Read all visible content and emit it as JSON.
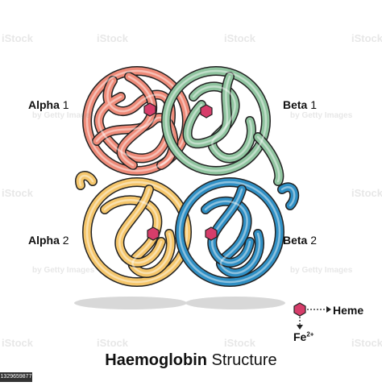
{
  "labels": {
    "alpha1": {
      "name": "Alpha",
      "num": "1"
    },
    "beta1": {
      "name": "Beta",
      "num": "1"
    },
    "alpha2": {
      "name": "Alpha",
      "num": "2"
    },
    "beta2": {
      "name": "Beta",
      "num": "2"
    }
  },
  "legend": {
    "heme": "Heme",
    "fe": "Fe",
    "fe_charge": "2+"
  },
  "title": {
    "bold": "Haemoglobin",
    "regular": "Structure"
  },
  "watermark": {
    "brand": "iStock",
    "credit": "by Getty Images",
    "stock_id": "1329659877"
  },
  "colors": {
    "alpha1": "#ee8a78",
    "beta1": "#8fc49f",
    "alpha2": "#f5c66b",
    "beta2": "#2f8fc4",
    "heme": "#d63d6a",
    "outline": "#222222"
  }
}
